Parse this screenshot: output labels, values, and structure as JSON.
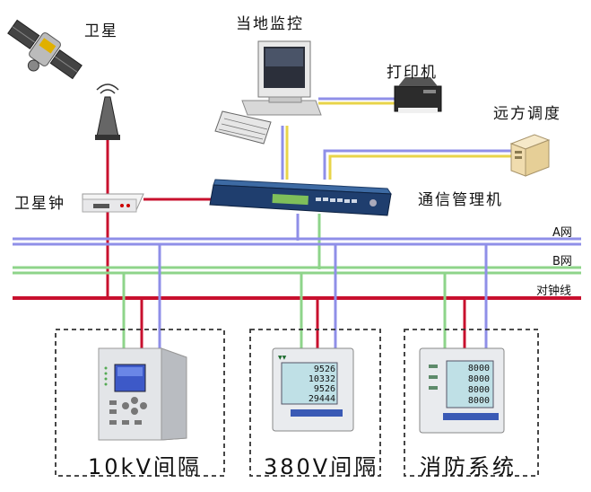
{
  "nodes": {
    "satellite": "卫星",
    "local_monitor": "当地监控",
    "printer": "打印机",
    "remote_dispatch": "远方调度",
    "satellite_clock": "卫星钟",
    "comm_manager": "通信管理机"
  },
  "buses": {
    "a_net": "A网",
    "b_net": "B网",
    "clock_line": "对钟线"
  },
  "bays": [
    {
      "label": "10kV间隔"
    },
    {
      "label": "380V间隔"
    },
    {
      "label": "消防系统"
    }
  ],
  "meter_readings": {
    "m380": [
      "9526",
      "10332",
      "9526",
      "29444"
    ],
    "fire": [
      "8000",
      "8000",
      "8000",
      "8000"
    ]
  },
  "colors": {
    "a_net": "#8f8fe8",
    "b_net": "#8ed48a",
    "clock_line": "#c8102e",
    "signal_yellow": "#e8d44a"
  }
}
